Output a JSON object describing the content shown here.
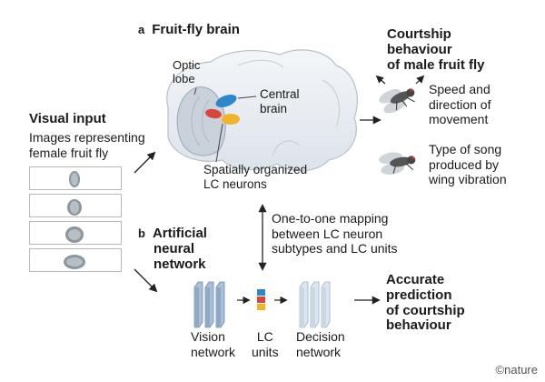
{
  "panel_a": {
    "letter": "a",
    "title": "Fruit-fly brain",
    "optic_lobe": [
      "Optic",
      "lobe"
    ],
    "central_brain": [
      "Central",
      "brain"
    ],
    "lc_neurons": [
      "Spatially organized",
      "LC neurons"
    ]
  },
  "visual_input": {
    "title": "Visual input",
    "desc": [
      "Images representing",
      "female fruit fly"
    ],
    "image_count": 4
  },
  "courtship": {
    "title": [
      "Courtship",
      "behaviour",
      "of male fruit fly"
    ],
    "speed": [
      "Speed and",
      "direction of",
      "movement"
    ],
    "song": [
      "Type of song",
      "produced by",
      "wing vibration"
    ]
  },
  "mapping": [
    "One-to-one mapping",
    "between LC neuron",
    "subtypes and LC units"
  ],
  "panel_b": {
    "letter": "b",
    "title": [
      "Artificial",
      "neural",
      "network"
    ],
    "vision": [
      "Vision",
      "network"
    ],
    "lc_units": [
      "LC",
      "units"
    ],
    "decision": [
      "Decision",
      "network"
    ]
  },
  "prediction": [
    "Accurate",
    "prediction",
    "of courtship",
    "behaviour"
  ],
  "credit": "©nature",
  "colors": {
    "lc_blue": "#2f86c8",
    "lc_red": "#d9473a",
    "lc_yellow": "#f0b429",
    "vision_blue": "#a9bfd6",
    "decision_blue": "#dce6f0"
  }
}
